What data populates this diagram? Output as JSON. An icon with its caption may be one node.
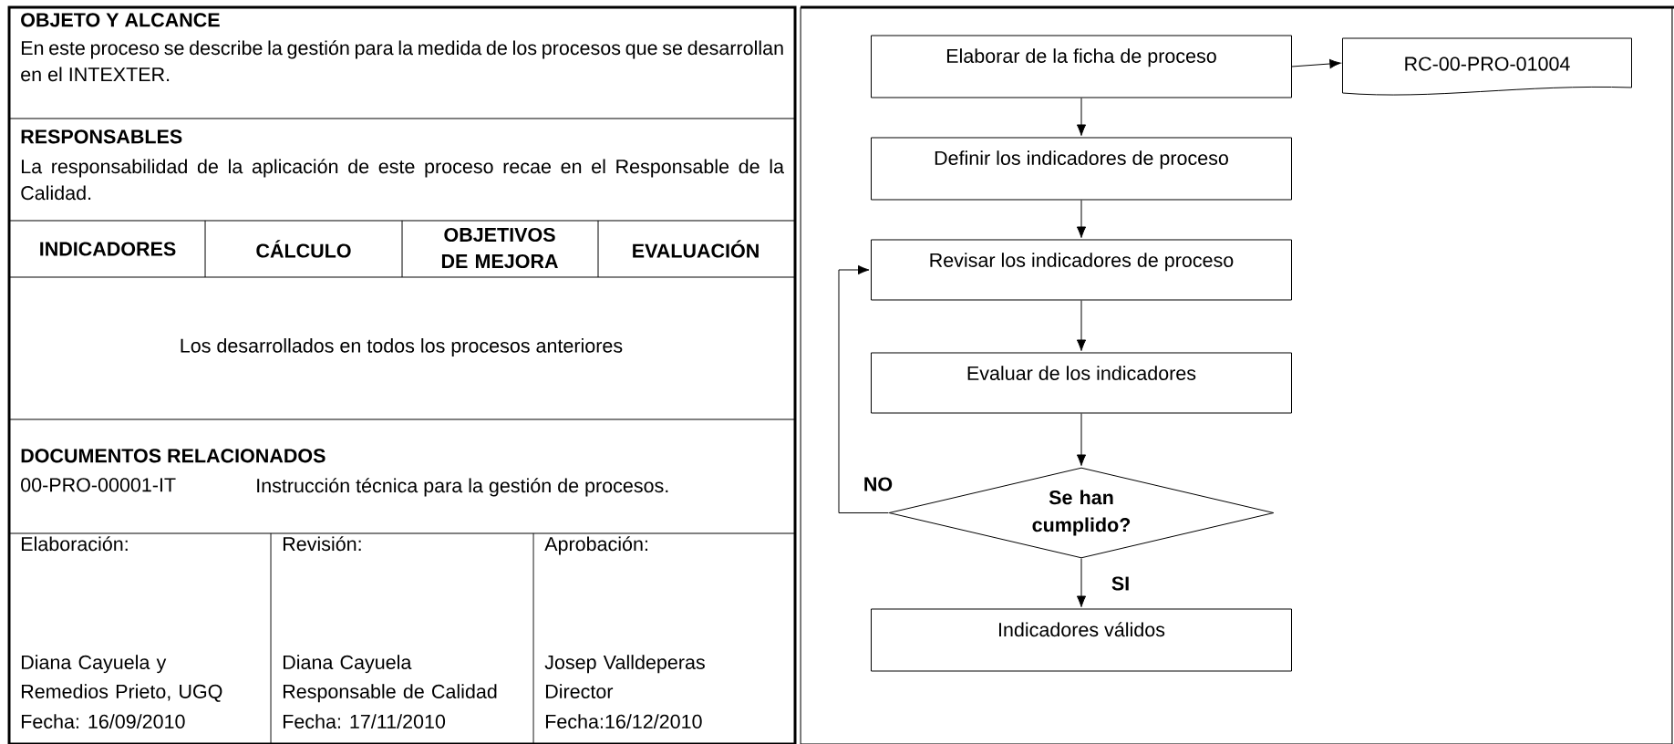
{
  "diagram": {
    "nodes": [
      {
        "text": [
          "Elaborar de la ficha de proceso"
        ]
      },
      {
        "text": [
          "RC-00-PRO-01004"
        ]
      },
      {
        "text": [
          "Definir los indicadores de proceso"
        ]
      },
      {
        "text": [
          "Revisar los indicadores de proceso"
        ]
      },
      {
        "text": [
          "Evaluar de los indicadores"
        ]
      },
      {
        "text": [
          "Se han cumplido?"
        ]
      },
      {
        "text": [
          "Indicadores válidos"
        ]
      }
    ],
    "edges": [
      {
        "from": 0,
        "to": 1,
        "arrow": "to"
      },
      {
        "from": 0,
        "to": 2,
        "arrow": "to"
      },
      {
        "from": 2,
        "to": 3,
        "arrow": "to"
      },
      {
        "from": 3,
        "to": 4,
        "arrow": "to"
      },
      {
        "from": 4,
        "to": 5,
        "arrow": "to"
      },
      {
        "from": 5,
        "to": 3,
        "arrow": "to",
        "label": "NO"
      },
      {
        "from": 5,
        "to": 6,
        "arrow": "to",
        "label": "SI"
      }
    ],
    "labels": [
      "OBJETO Y ALCANCE",
      "En este proceso se describe la gestión para la medida de los procesos que se desarrollan en el INTEXTER.",
      "RESPONSABLES",
      "La responsabilidad de la aplicación de este proceso recae en el Responsable de la Calidad.",
      "INDICADORES",
      "CÁLCULO",
      "OBJETIVOS DE MEJORA",
      "EVALUACIÓN",
      "Los desarrollados en todos los procesos anteriores",
      "DOCUMENTOS RELACIONADOS",
      "00-PRO-00001-IT",
      "Instrucción técnica para la gestión de procesos.",
      "Elaboración:",
      "Revisión:",
      "Aprobación:",
      "Diana Cayuela y Remedios Prieto, UGQ",
      "Fecha: 16/09/2010",
      "Diana Cayuela Responsable de Calidad",
      "Fecha: 17/11/2010",
      "Josep Valldeperas Director",
      "Fecha:16/12/2010"
    ]
  }
}
